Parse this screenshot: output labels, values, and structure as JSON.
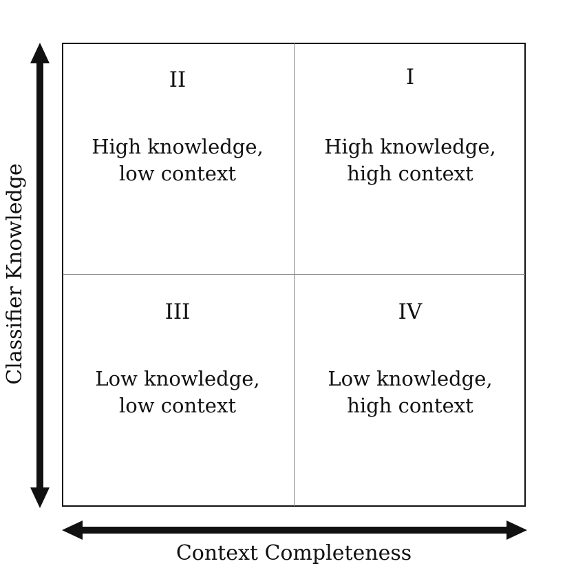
{
  "axes": {
    "x_label": "Context Completeness",
    "y_label": "Classifier Knowledge"
  },
  "quadrants": {
    "top_left": {
      "numeral": "II",
      "line1": "High knowledge,",
      "line2": "low context"
    },
    "top_right": {
      "numeral": "I",
      "line1": "High knowledge,",
      "line2": "high context"
    },
    "bottom_left": {
      "numeral": "III",
      "line1": "Low knowledge,",
      "line2": "low context"
    },
    "bottom_right": {
      "numeral": "IV",
      "line1": "Low knowledge,",
      "line2": "high context"
    }
  },
  "colors": {
    "ink": "#111111",
    "divider": "#888888",
    "background": "#ffffff"
  }
}
